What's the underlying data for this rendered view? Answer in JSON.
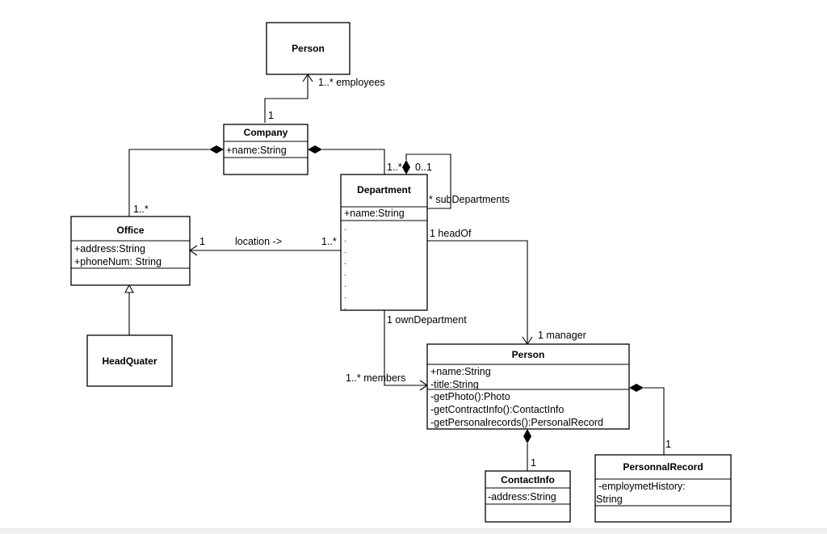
{
  "classes": {
    "person_top": {
      "name": "Person"
    },
    "company": {
      "name": "Company",
      "attributes": [
        "+name:String"
      ]
    },
    "department": {
      "name": "Department",
      "attributes": [
        "+name:String"
      ],
      "dots": [
        ".",
        ".",
        ".",
        ".",
        ".",
        ".",
        ".",
        "."
      ]
    },
    "office": {
      "name": "Office",
      "attributes": [
        "+address:String",
        "+phoneNum: String"
      ]
    },
    "headquater": {
      "name": "HeadQuater"
    },
    "person_main": {
      "name": "Person",
      "attributes": [
        "+name:String",
        "-title:String"
      ],
      "operations": [
        "-getPhoto():Photo",
        "-getContractInfo():ContactInfo",
        "-getPersonalrecords():PersonalRecord"
      ]
    },
    "contactinfo": {
      "name": "ContactInfo",
      "attributes": [
        "-address:String"
      ]
    },
    "personnalrecord": {
      "name": "PersonnalRecord",
      "attributes": [
        "-employmetHistory:",
        "String"
      ]
    }
  },
  "labels": {
    "employees_mult": "1..* employees",
    "company_one": "1",
    "department_mult": "1..*",
    "subdept_zero_one": "0..1",
    "subdepartments": "* subDepartments",
    "office_mult": "1..*",
    "location_one": "1",
    "location": "location ->",
    "location_mult": "1..*",
    "headof": "1 headOf",
    "owndepartment": "1 ownDepartment",
    "manager": "1 manager",
    "members": "1..* members",
    "contactinfo_one": "1",
    "record_one": "1"
  }
}
